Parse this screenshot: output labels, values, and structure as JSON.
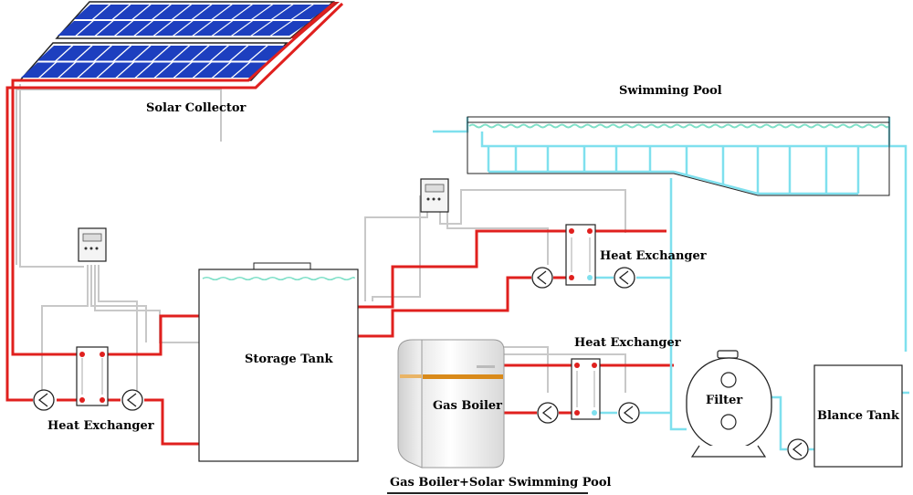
{
  "labels": {
    "solar_collector": "Solar Collector",
    "swimming_pool": "Swimming Pool",
    "heat_exchanger_left": "Heat Exchanger",
    "storage_tank": "Storage Tank",
    "heat_exchanger_upper": "Heat Exchanger",
    "heat_exchanger_lower": "Heat Exchanger",
    "gas_boiler": "Gas Boiler",
    "filter": "Filter",
    "balance_tank": "Blance Tank",
    "title": "Gas Boiler+Solar Swimming Pool"
  },
  "colors": {
    "hot_pipe": "#e0201e",
    "pool_pipe": "#7fe0ee",
    "control_wire": "#c8c8c8",
    "panel": "#1d3fbf",
    "outline": "#222222",
    "water_wave": "#7fe0c8",
    "boiler_stripe": "#d98a1a"
  }
}
